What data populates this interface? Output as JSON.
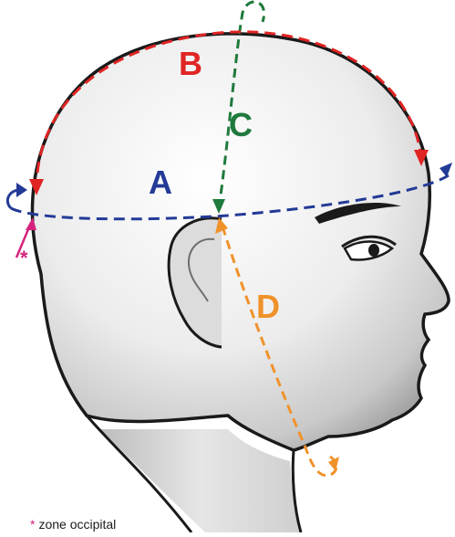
{
  "labels": {
    "a": "A",
    "b": "B",
    "c": "C",
    "d": "D"
  },
  "footnote": {
    "marker": "*",
    "text": "zone occipital"
  },
  "colors": {
    "a": "#233a96",
    "b": "#e02424",
    "c": "#1f7a3c",
    "d": "#f0922b",
    "marker": "#d6227e"
  }
}
